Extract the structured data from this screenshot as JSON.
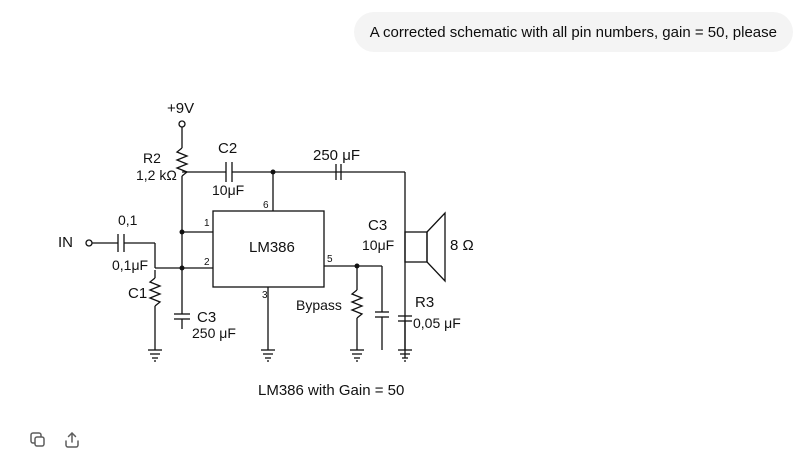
{
  "user_message": "A corrected schematic with all pin numbers, gain = 50, please",
  "schematic": {
    "supply": "+9V",
    "input": "IN",
    "c1_value": "0,1",
    "c1_value2": "0,1μF",
    "c1_name": "C1",
    "r2_name": "R2",
    "r2_value": "1,2 kΩ",
    "c2_name": "C2",
    "c2_value": "10μF",
    "out_cap_value": "250 μF",
    "chip": "LM386",
    "pin1": "1",
    "pin2": "2",
    "pin3": "3",
    "pin5": "5",
    "pin6": "6",
    "c3_name": "C3",
    "c3_value": "10μF",
    "speaker": "8 Ω",
    "c3b_name": "C3",
    "c3b_value": "250 μF",
    "bypass_label": "Bypass",
    "r3_name": "R3",
    "r3_value": "0,05 μF",
    "caption": "LM386 with Gain = 50"
  },
  "actions": {
    "copy_icon": "copy-icon",
    "share_icon": "share-icon"
  }
}
